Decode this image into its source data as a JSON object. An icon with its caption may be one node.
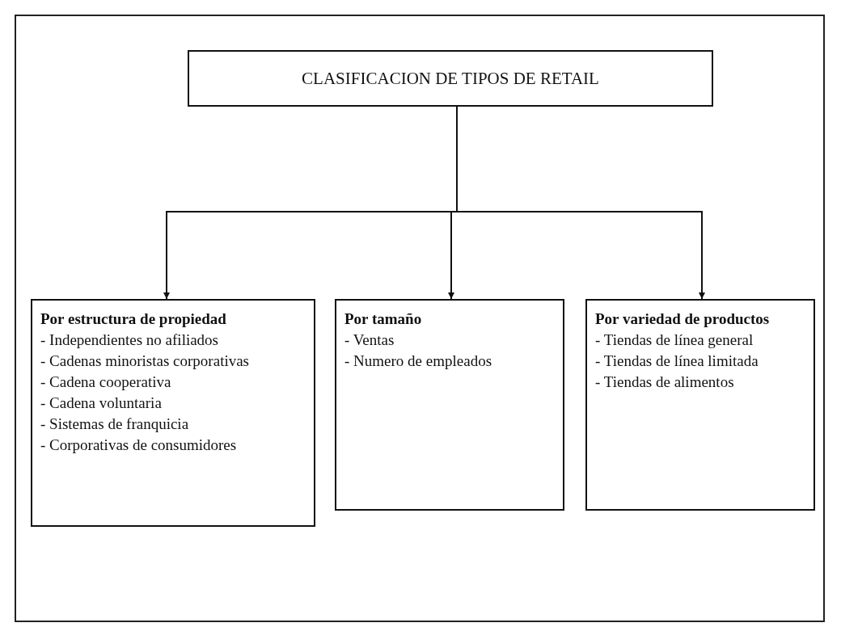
{
  "diagram": {
    "nodes": [
      {
        "text": [
          "CLASIFICACION DE TIPOS DE RETAIL"
        ]
      },
      {
        "text": [
          "Por estructura de propiedad",
          "- Independientes no afiliados",
          "- Cadenas minoristas corporativas",
          "- Cadena cooperativa",
          "- Cadena voluntaria",
          "- Sistemas de franquicia",
          "- Corporativas de consumidores"
        ]
      },
      {
        "text": [
          "Por tamaño",
          "- Ventas",
          "- Numero de empleados"
        ]
      },
      {
        "text": [
          "Por variedad de productos",
          "- Tiendas de línea general",
          "- Tiendas de línea limitada",
          "- Tiendas de alimentos"
        ]
      }
    ],
    "edges": [
      {
        "from": 0,
        "to": 1,
        "arrow": "to"
      },
      {
        "from": 0,
        "to": 2,
        "arrow": "to"
      },
      {
        "from": 0,
        "to": 3,
        "arrow": "to"
      }
    ]
  }
}
